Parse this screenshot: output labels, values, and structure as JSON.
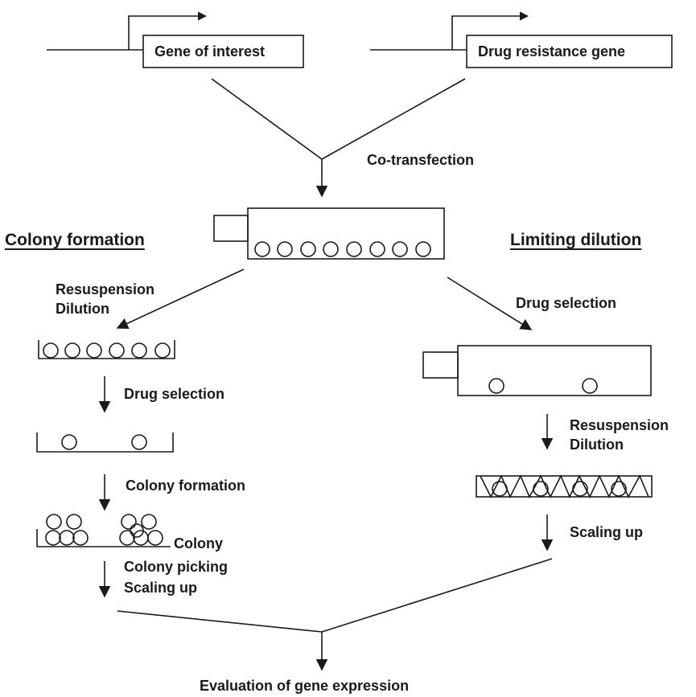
{
  "genes": {
    "gene_of_interest": "Gene of interest",
    "drug_resistance_gene": "Drug resistance gene"
  },
  "steps": {
    "co_transfection": "Co-transfection",
    "evaluation": "Evaluation of gene expression"
  },
  "colony_formation_path": {
    "heading": "Colony formation",
    "resuspension": "Resuspension",
    "dilution": "Dilution",
    "drug_selection": "Drug selection",
    "colony_formation": "Colony formation",
    "colony": "Colony",
    "colony_picking": "Colony picking",
    "scaling_up": "Scaling up"
  },
  "limiting_dilution_path": {
    "heading": "Limiting dilution",
    "drug_selection": "Drug selection",
    "resuspension": "Resuspension",
    "dilution": "Dilution",
    "scaling_up": "Scaling up"
  },
  "colors": {
    "ink": "#1a1a1a",
    "background": "#ffffff"
  }
}
